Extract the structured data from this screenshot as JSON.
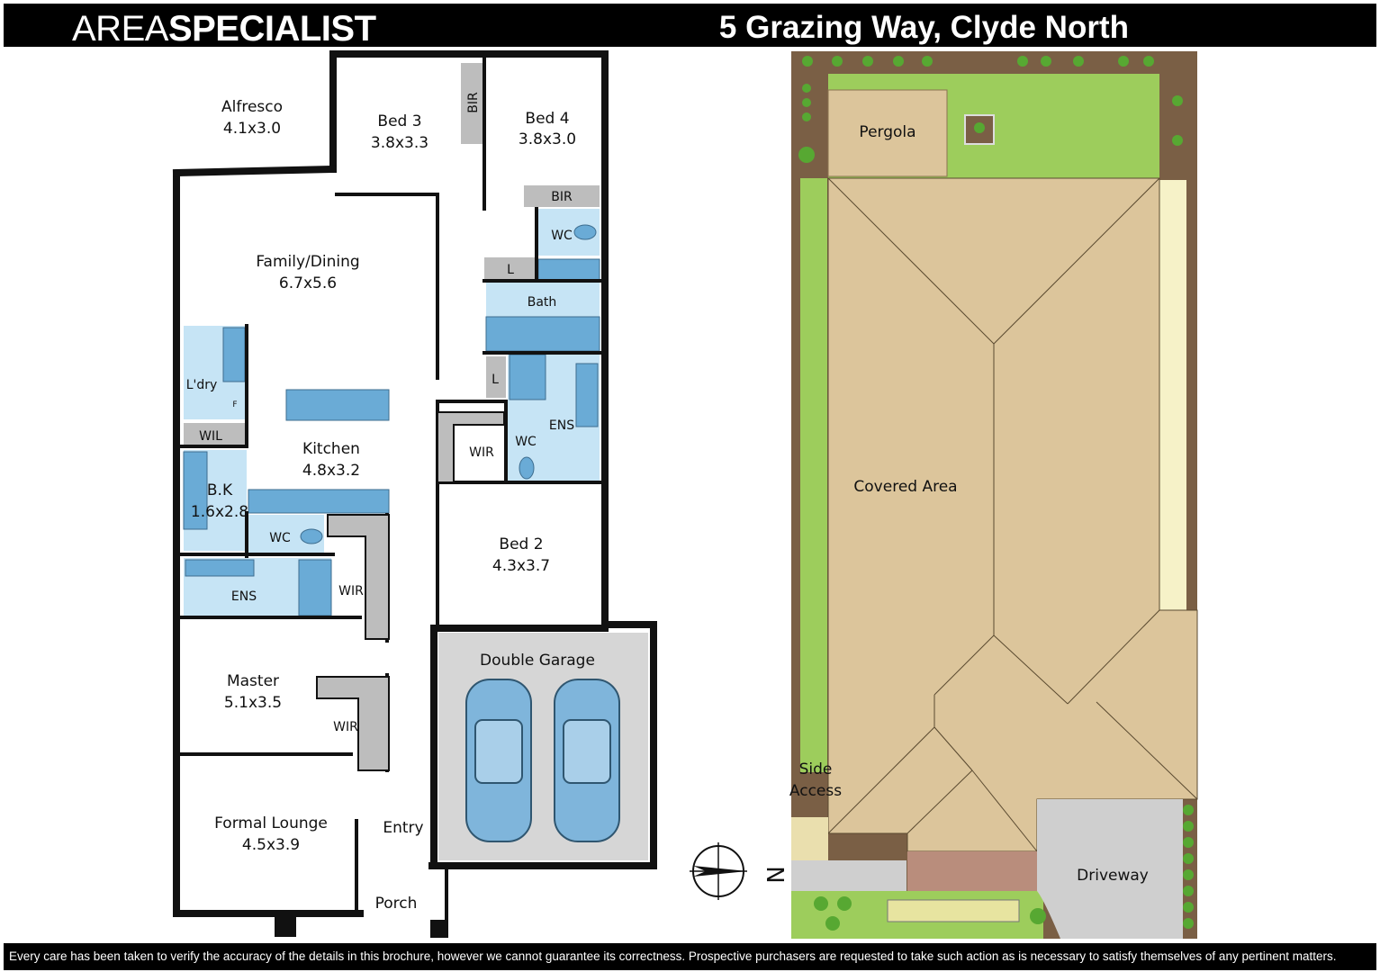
{
  "header": {
    "brand_light": "AREA",
    "brand_bold": "SPECIALIST",
    "address": "5 Grazing Way, Clyde North"
  },
  "floorplan": {
    "rooms": {
      "alfresco": {
        "name": "Alfresco",
        "size": "4.1x3.0"
      },
      "bed3": {
        "name": "Bed 3",
        "size": "3.8x3.3"
      },
      "bed4": {
        "name": "Bed 4",
        "size": "3.8x3.0"
      },
      "family": {
        "name": "Family/Dining",
        "size": "6.7x5.6"
      },
      "kitchen": {
        "name": "Kitchen",
        "size": "4.8x3.2"
      },
      "bk": {
        "name": "B.K",
        "size": "1.6x2.8"
      },
      "bed2": {
        "name": "Bed 2",
        "size": "4.3x3.7"
      },
      "master": {
        "name": "Master",
        "size": "5.1x3.5"
      },
      "lounge": {
        "name": "Formal Lounge",
        "size": "4.5x3.9"
      },
      "garage": {
        "name": "Double Garage"
      },
      "entry": {
        "name": "Entry"
      },
      "porch": {
        "name": "Porch"
      }
    },
    "small_labels": {
      "bir_bed3": "BIR",
      "bir_bed4": "BIR",
      "wc_top": "WC",
      "linen_top": "L",
      "bath": "Bath",
      "linen_mid": "L",
      "ens_right": "ENS",
      "wc_mid": "WC",
      "wir_bed2": "WIR",
      "laundry": "L'dry",
      "fridge": "F",
      "wil": "WIL",
      "wc_left": "WC",
      "ens_left": "ENS",
      "wir_ens": "WIR",
      "wir_master": "WIR"
    }
  },
  "siteplan": {
    "pergola": "Pergola",
    "covered_area": "Covered Area",
    "side_access_1": "Side",
    "side_access_2": "Access",
    "driveway": "Driveway",
    "compass_letter": "N"
  },
  "footer": {
    "disclaimer": "Every care has been taken to verify the accuracy of the details in this brochure, however we cannot guarantee its correctness. Prospective purchasers are requested to take such action as is necessary to satisfy themselves of any pertinent matters."
  },
  "colors": {
    "wet_area": "#c6e4f5",
    "fixture": "#6aabd6",
    "garage_floor": "#d6d6d6",
    "wall": "#111111",
    "lawn": "#9dcd5c",
    "roof": "#dcc59b",
    "garden_bed": "#7a5f45",
    "paving": "#cfcfcf",
    "accent_strip": "#f6f2c8",
    "porch_tile": "#b98d7c",
    "wir_fill": "#bdbdbd"
  }
}
